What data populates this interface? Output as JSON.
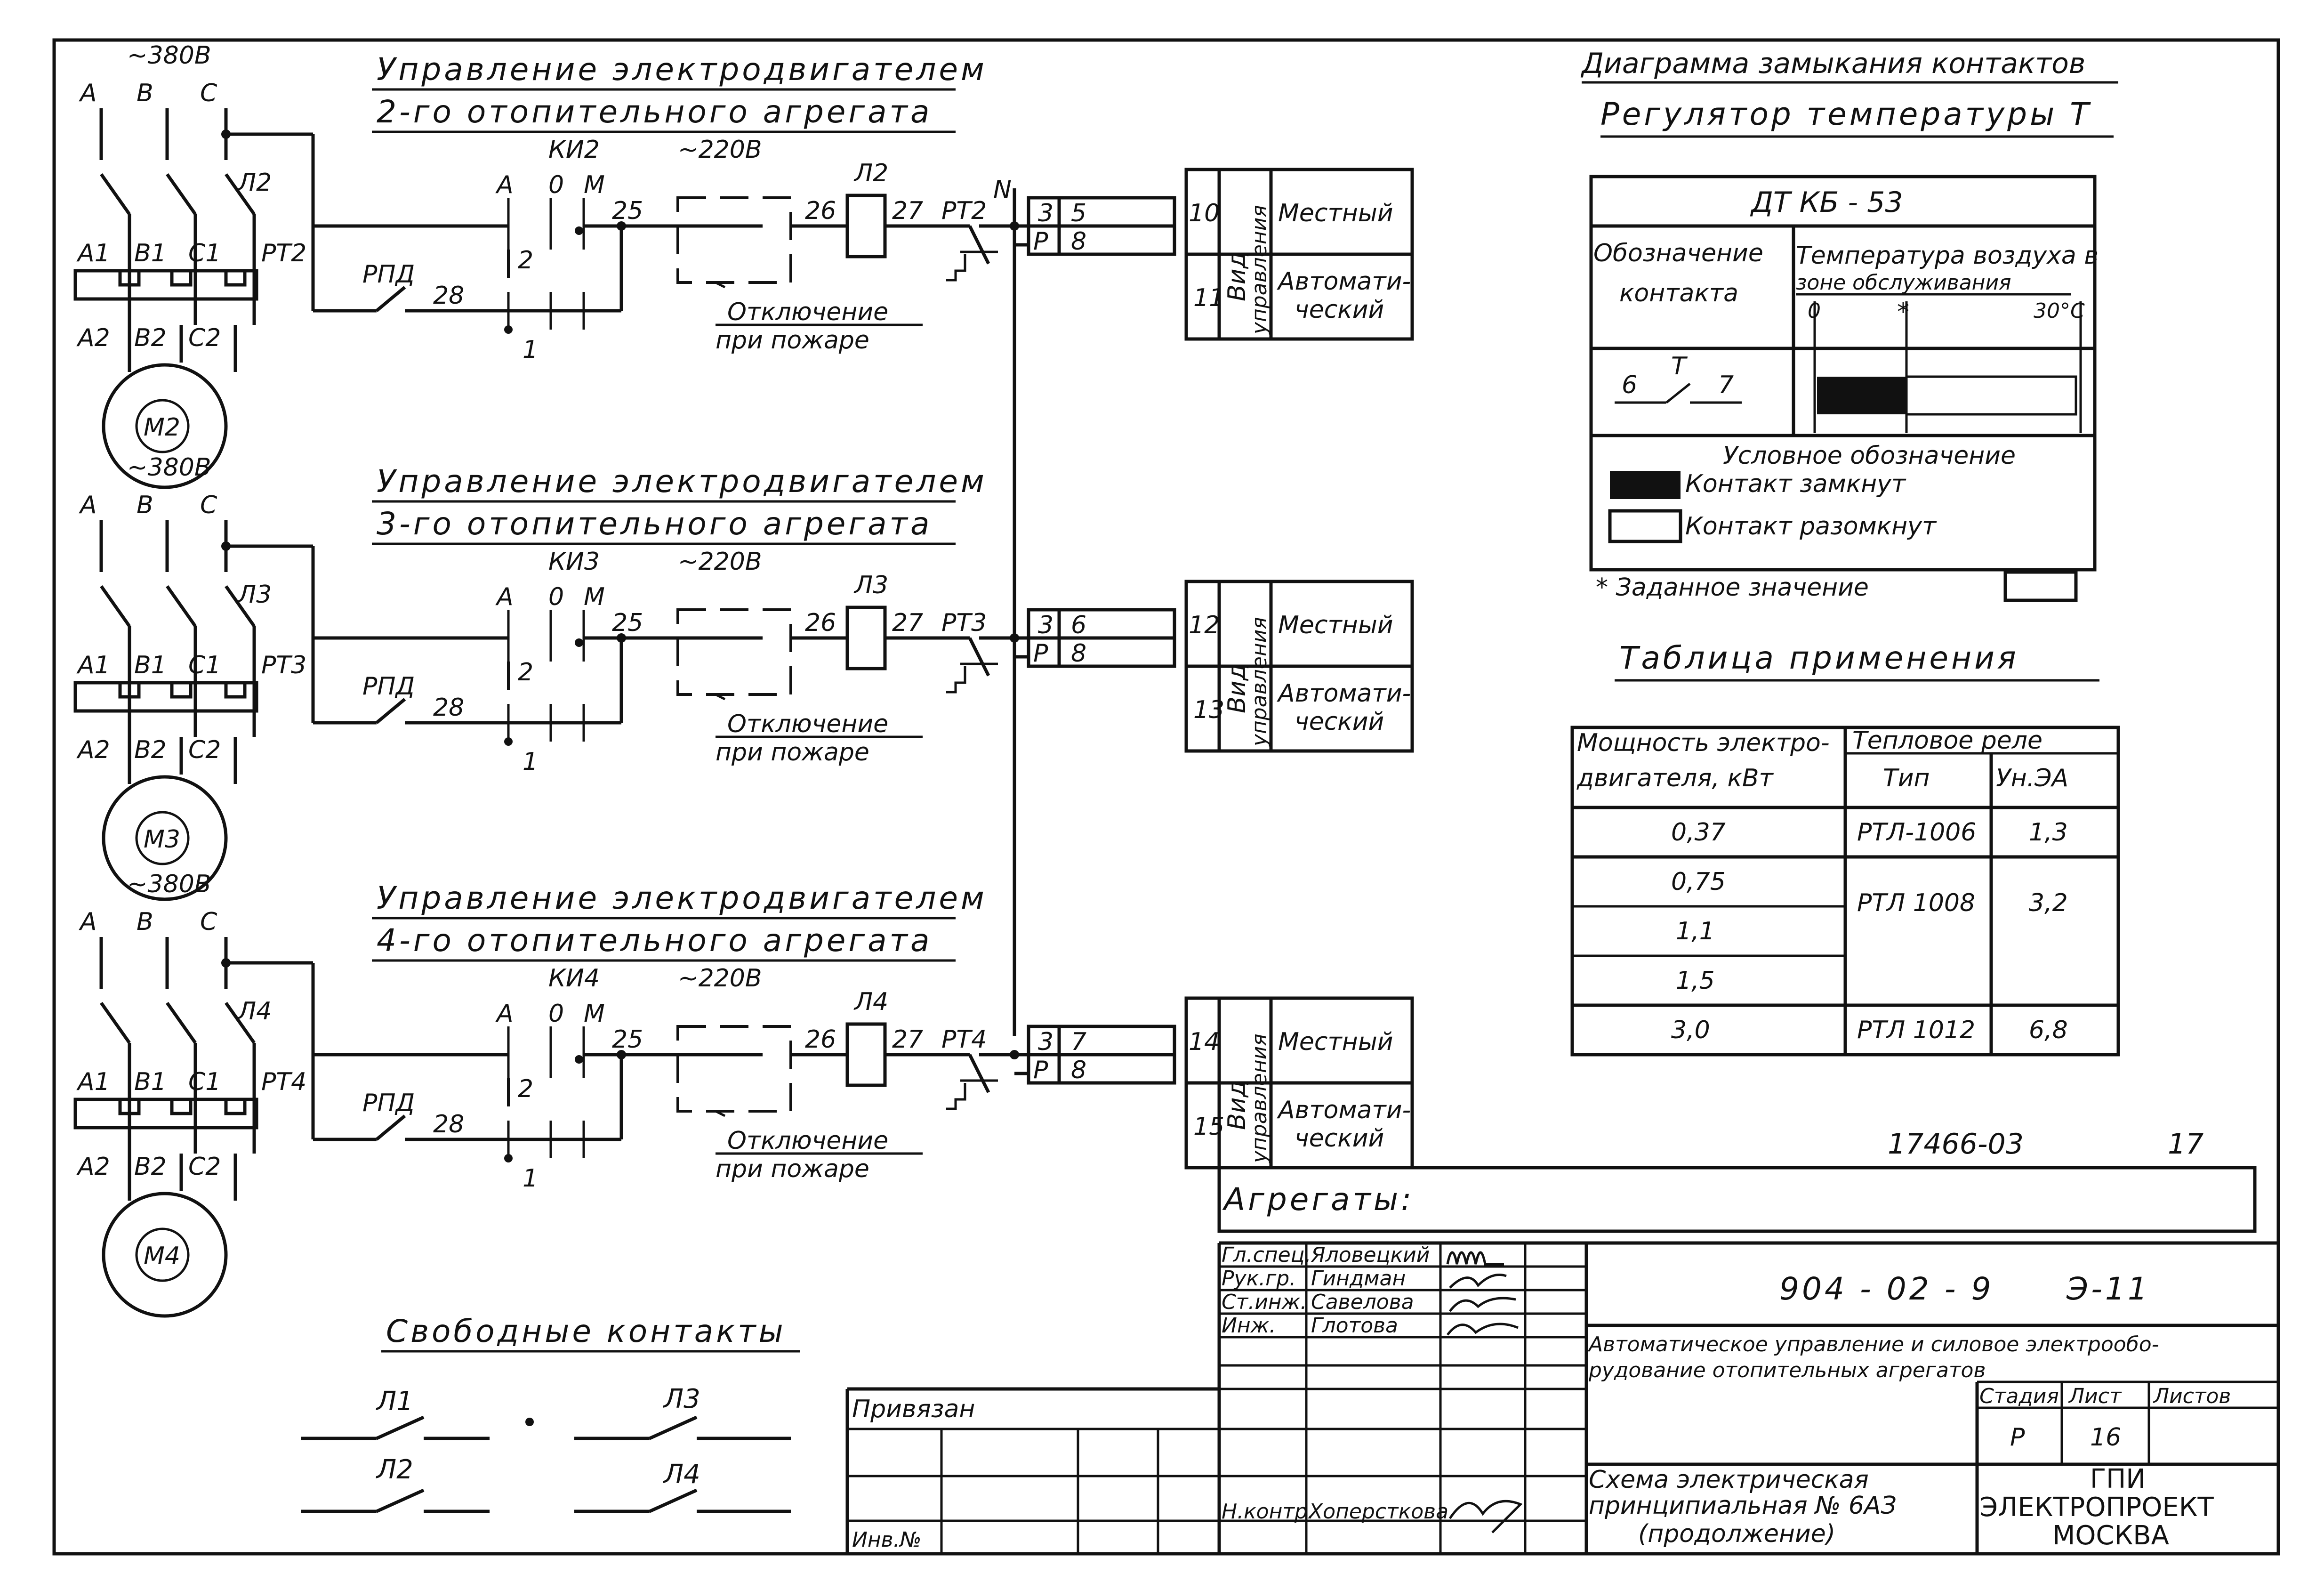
{
  "voltages": {
    "v380": "~380В",
    "v220": "~220В"
  },
  "phases": {
    "a": "А",
    "b": "В",
    "c": "С"
  },
  "circuits": [
    {
      "title1": "Управление электродвигателем",
      "title2": "2-го отопительного агрегата",
      "contactor": "Л2",
      "relay": "РТ2",
      "motor": "М2",
      "switch": "КИ2",
      "a1": "А1",
      "b1": "В1",
      "c1": "С1",
      "a2": "А2",
      "b2": "В2",
      "c2": "С2",
      "term": "5",
      "r10": "10",
      "r11": "11"
    },
    {
      "title1": "Управление электродвигателем",
      "title2": "3-го отопительного агрегата",
      "contactor": "Л3",
      "relay": "РТ3",
      "motor": "М3",
      "switch": "КИ3",
      "a1": "А1",
      "b1": "В1",
      "c1": "С1",
      "a2": "А2",
      "b2": "В2",
      "c2": "С2",
      "term": "6",
      "r10": "12",
      "r11": "13"
    },
    {
      "title1": "Управление электродвигателем",
      "title2": "4-го отопительного агрегата",
      "contactor": "Л4",
      "relay": "РТ4",
      "motor": "М4",
      "switch": "КИ4",
      "a1": "А1",
      "b1": "В1",
      "c1": "С1",
      "a2": "А2",
      "b2": "В2",
      "c2": "С2",
      "term": "7",
      "r10": "14",
      "r11": "15"
    }
  ],
  "common": {
    "switch_a": "А",
    "switch_o": "0",
    "switch_m": "М",
    "n25": "25",
    "n26": "26",
    "n27": "27",
    "n28": "28",
    "n1": "1",
    "n2": "2",
    "rpd": "РПД",
    "neutral": "N",
    "fire1": "Отключение",
    "fire2": "при пожаре",
    "t3": "3",
    "tp": "Р",
    "t8": "8",
    "vid1": "Вид",
    "vid2": "управления",
    "local": "Местный",
    "auto1": "Автомати-",
    "auto2": "ческий"
  },
  "free_contacts": {
    "title": "Свободные контакты",
    "l1": "Л1",
    "l2": "Л2",
    "l3": "Л3",
    "l4": "Л4"
  },
  "contact_diagram": {
    "title": "Диаграмма замыкания контактов",
    "subtitle": "Регулятор температуры Т",
    "device": "ДТ КБ - 53",
    "col1a": "Обозначение",
    "col1b": "контакта",
    "col2a": "Температура воздуха в",
    "col2b": "зоне обслуживания",
    "scale_0": "0",
    "scale_mark": "*",
    "scale_30": "30°С",
    "contact_6": "6",
    "contact_t": "Т",
    "contact_7": "7",
    "legend_title": "Условное обозначение",
    "legend_closed": "Контакт замкнут",
    "legend_open": "Контакт разомкнут",
    "setpoint": "* Заданное значение"
  },
  "application_table": {
    "title": "Таблица применения",
    "h_power1": "Мощность электро-",
    "h_power2": "двигателя, кВт",
    "h_relay": "Тепловое реле",
    "h_type": "Тип",
    "h_setting": "Ун.ЭА",
    "rows": [
      {
        "power": "0,37",
        "type": "РТЛ-1006",
        "setting": "1,3"
      },
      {
        "power": "0,75",
        "type": "РТЛ 1008",
        "setting": "3,2"
      },
      {
        "power": "1,1"
      },
      {
        "power": "1,5"
      },
      {
        "power": "3,0",
        "type": "РТЛ 1012",
        "setting": "6,8"
      }
    ]
  },
  "title_block": {
    "doc_no": "17466-03",
    "sheet_corner": "17",
    "aggregates": "Агрегаты:",
    "roles": [
      "Гл.спец.",
      "Рук.гр.",
      "Ст.инж.",
      "Инж."
    ],
    "names": [
      "Яловецкий",
      "Гиндман",
      "Савелова",
      "Глотова"
    ],
    "control_role": "Н.контр.",
    "control_name": "Хоперсткова",
    "project_code": "904 - 02 - 9",
    "drawing_code": "Э-11",
    "project_title1": "Автоматическое управление и силовое электрообо-",
    "project_title2": "рудование отопительных агрегатов",
    "stage_label": "Стадия",
    "sheet_label": "Лист",
    "sheets_label": "Листов",
    "stage": "Р",
    "sheet": "16",
    "drawing_title1": "Схема электрическая",
    "drawing_title2": "принципиальная № 6АЗ",
    "drawing_title3": "(продолжение)",
    "bound": "Привязан",
    "inv": "Инв.№",
    "org1": "ГПИ",
    "org2": "ЭЛЕКТРОПРОЕКТ",
    "org3": "МОСКВА"
  }
}
